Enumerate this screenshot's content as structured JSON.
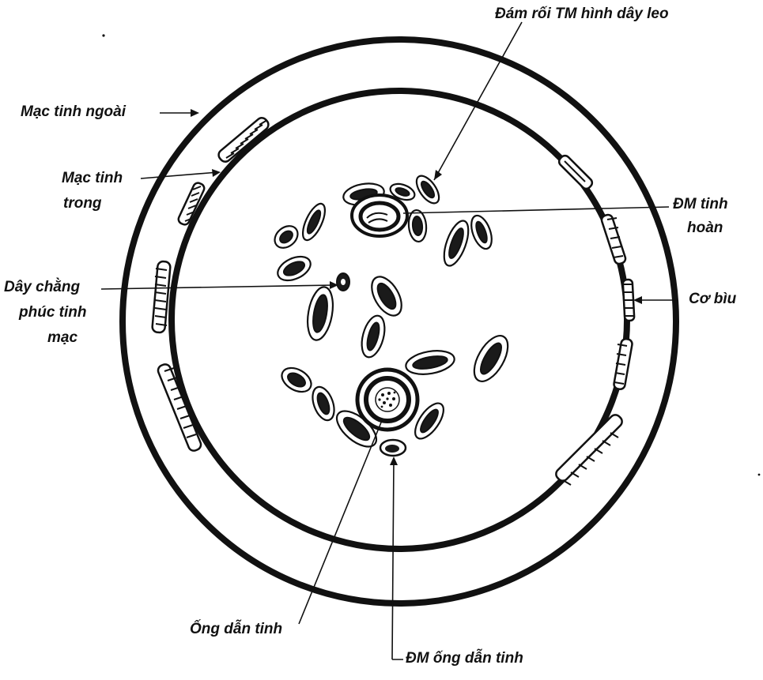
{
  "labels": {
    "plexus": "Đám rối TM hình dây leo",
    "external_fascia": "Mạc tinh ngoài",
    "internal_fascia_1": "Mạc tinh",
    "internal_fascia_2": "trong",
    "testicular_artery_1": "ĐM tinh",
    "testicular_artery_2": "hoàn",
    "vestige_1": "Dây chằng",
    "vestige_2": "phúc tinh",
    "vestige_3": "mạc",
    "cremaster": "Cơ bìu",
    "ductus": "Ống dẫn tinh",
    "ductus_artery": "ĐM ống dẫn tinh"
  },
  "colors": {
    "ink": "#111111",
    "background": "#ffffff"
  }
}
